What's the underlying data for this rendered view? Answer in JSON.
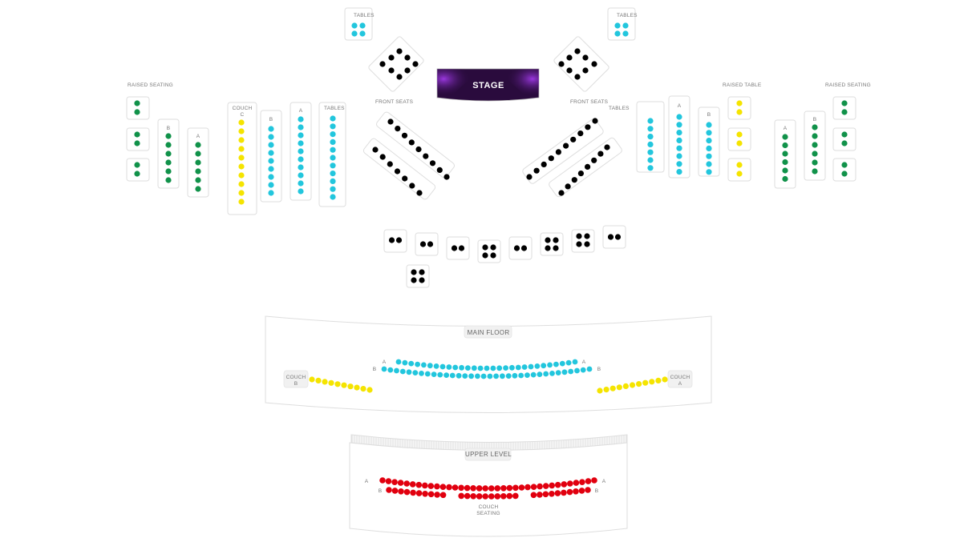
{
  "colors": {
    "black": "#000000",
    "cyan": "#22c6dd",
    "yellow": "#f5e400",
    "green": "#11924a",
    "red": "#e1000f",
    "stage_fill": "#2a0b3d",
    "stage_glow": "#8b2cd6"
  },
  "stage": {
    "label": "STAGE"
  },
  "labels": {
    "tables_tl": "TABLES",
    "tables_tr": "TABLES",
    "raised_seating_left": "RAISED SEATING",
    "raised_table": "RAISED TABLE",
    "raised_seating_right": "RAISED SEATING",
    "front_seats_left": "FRONT SEATS",
    "front_seats_right": "FRONT SEATS",
    "tables_left": "TABLES",
    "tables_right": "TABLES",
    "couch_c_1": "COUCH",
    "couch_c_2": "C",
    "row_b_green_left": "B",
    "row_a_green_left": "A",
    "row_b_cyan_left": "B",
    "row_a_cyan_left": "A",
    "row_a_cyan_right": "A",
    "row_b_cyan_right": "B",
    "row_a_green_right": "A",
    "row_b_green_right": "B",
    "main_floor": "MAIN FLOOR",
    "couch_b_1": "COUCH",
    "couch_b_2": "B",
    "couch_a_1": "COUCH",
    "couch_a_2": "A",
    "mf_row_a_left": "A",
    "mf_row_b_left": "B",
    "mf_row_a_right": "A",
    "mf_row_b_right": "B",
    "upper_level": "UPPER LEVEL",
    "ul_row_a_left": "A",
    "ul_row_b_left": "B",
    "ul_row_a_right": "A",
    "ul_row_b_right": "B",
    "couch_seating_1": "COUCH",
    "couch_seating_2": "SEATING"
  }
}
